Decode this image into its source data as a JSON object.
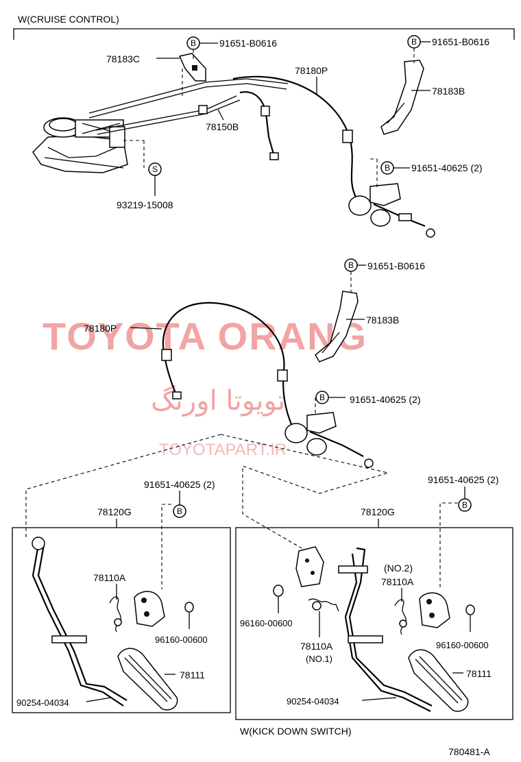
{
  "headers": {
    "cruise_control": "W(CRUISE CONTROL)",
    "kick_down_switch": "W(KICK DOWN SWITCH)",
    "diagram_number": "780481-A"
  },
  "watermark": {
    "brand": "TOYOTA ORANG",
    "arabic": "تويوتا اورنگ",
    "site": "TOYOTAPART.IR"
  },
  "callout_symbols": {
    "b": "B",
    "s": "S"
  },
  "parts": {
    "p78183C": "78183C",
    "b616_a": "91651-B0616",
    "b616_b": "91651-B0616",
    "b616_c": "91651-B0616",
    "p78180P_top": "78180P",
    "p78183B_top": "78183B",
    "p78150B": "78150B",
    "b625_top": "91651-40625 (2)",
    "s93219": "93219-15008",
    "p78180P_mid": "78180P",
    "p78183B_mid": "78183B",
    "b625_mid": "91651-40625 (2)",
    "b625_left": "91651-40625 (2)",
    "b625_right": "91651-40625 (2)",
    "p78120G_left": "78120G",
    "p78120G_right": "78120G",
    "p78110A_left": "78110A",
    "p78110A_no2": "78110A",
    "no2": "(NO.2)",
    "p78110A_no1": "78110A",
    "no1": "(NO.1)",
    "c96160_left": "96160-00600",
    "c96160_right": "96160-00600",
    "c96160_mid": "96160-00600",
    "p78111_left": "78111",
    "p78111_right": "78111",
    "c90254_left": "90254-04034",
    "c90254_right": "90254-04034"
  }
}
